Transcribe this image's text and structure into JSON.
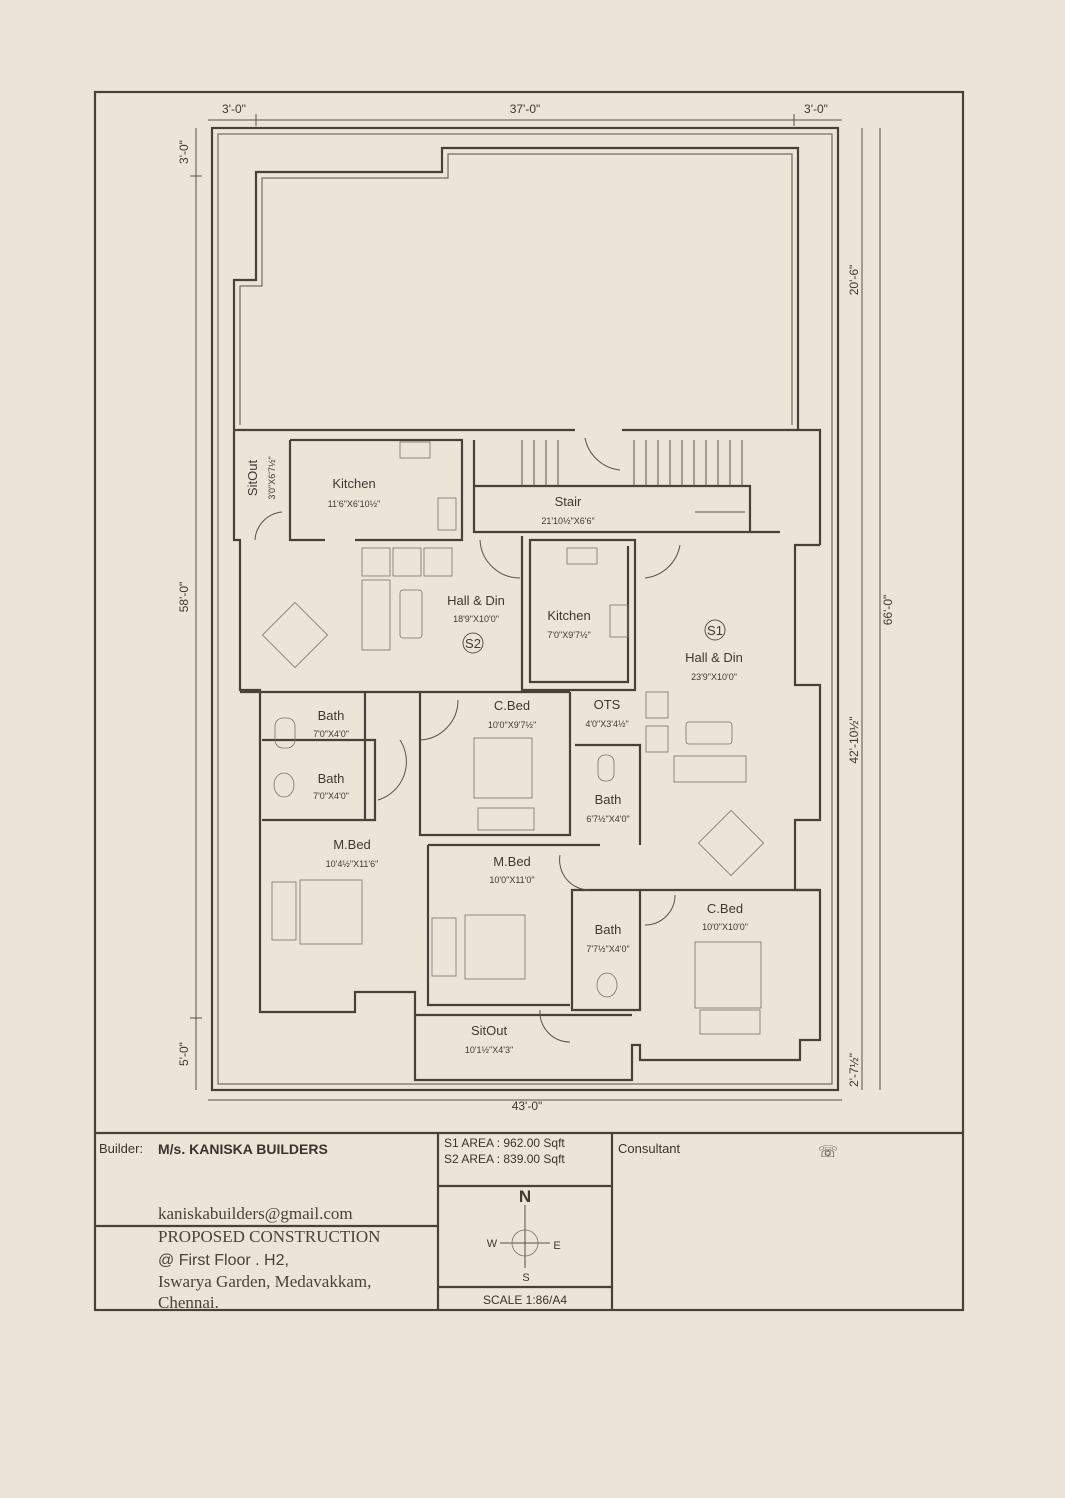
{
  "dimensions": {
    "top_left": "3'-0\"",
    "top_mid": "37'-0\"",
    "top_right": "3'-0\"",
    "left_top": "3'-0\"",
    "left_mid": "58'-0\"",
    "left_bottom": "5'-0\"",
    "right_top": "20'-6\"",
    "right_overall": "66'-0\"",
    "right_mid": "42'-10½\"",
    "right_bottom": "2'-7½\"",
    "bottom": "43'-0\""
  },
  "rooms": [
    {
      "name": "SitOut",
      "size": "3'0\"X6'7½\""
    },
    {
      "name": "Kitchen",
      "size": "11'6\"X6'10½\""
    },
    {
      "name": "Stair",
      "size": "21'10½\"X6'6\""
    },
    {
      "name": "Hall & Din",
      "size": "18'9\"X10'0\""
    },
    {
      "name": "Kitchen",
      "size": "7'0\"X9'7½\""
    },
    {
      "name": "Hall & Din",
      "size": "23'9\"X10'0\""
    },
    {
      "name": "Bath",
      "size": "7'0\"X4'0\""
    },
    {
      "name": "Bath",
      "size": "7'0\"X4'0\""
    },
    {
      "name": "C.Bed",
      "size": "10'0\"X9'7½\""
    },
    {
      "name": "OTS",
      "size": "4'0\"X3'4½\""
    },
    {
      "name": "Bath",
      "size": "6'7½\"X4'0\""
    },
    {
      "name": "M.Bed",
      "size": "10'4½\"X11'6\""
    },
    {
      "name": "M.Bed",
      "size": "10'0\"X11'0\""
    },
    {
      "name": "Bath",
      "size": "7'7½\"X4'0\""
    },
    {
      "name": "C.Bed",
      "size": "10'0\"X10'0\""
    },
    {
      "name": "SitOut",
      "size": "10'1½\"X4'3\""
    }
  ],
  "unit_tags": {
    "s1": "S1",
    "s2": "S2"
  },
  "title_block": {
    "builder_label": "Builder:",
    "builder_name": "M/s. KANISKA BUILDERS",
    "email": "kaniskabuilders@gmail.com",
    "project_line1": "PROPOSED CONSTRUCTION",
    "project_line2": "@  First Floor .     H2,",
    "project_line3": "Iswarya Garden, Medavakkam,",
    "project_line4": "Chennai.",
    "s1_area": "S1  AREA  :  962.00  Sqft",
    "s2_area": "S2  AREA  :  839.00  Sqft",
    "compass": {
      "n": "N",
      "s": "S",
      "e": "E",
      "w": "W"
    },
    "scale": "SCALE  1:86/A4",
    "consultant_label": "Consultant",
    "phone_icon": "☏"
  }
}
